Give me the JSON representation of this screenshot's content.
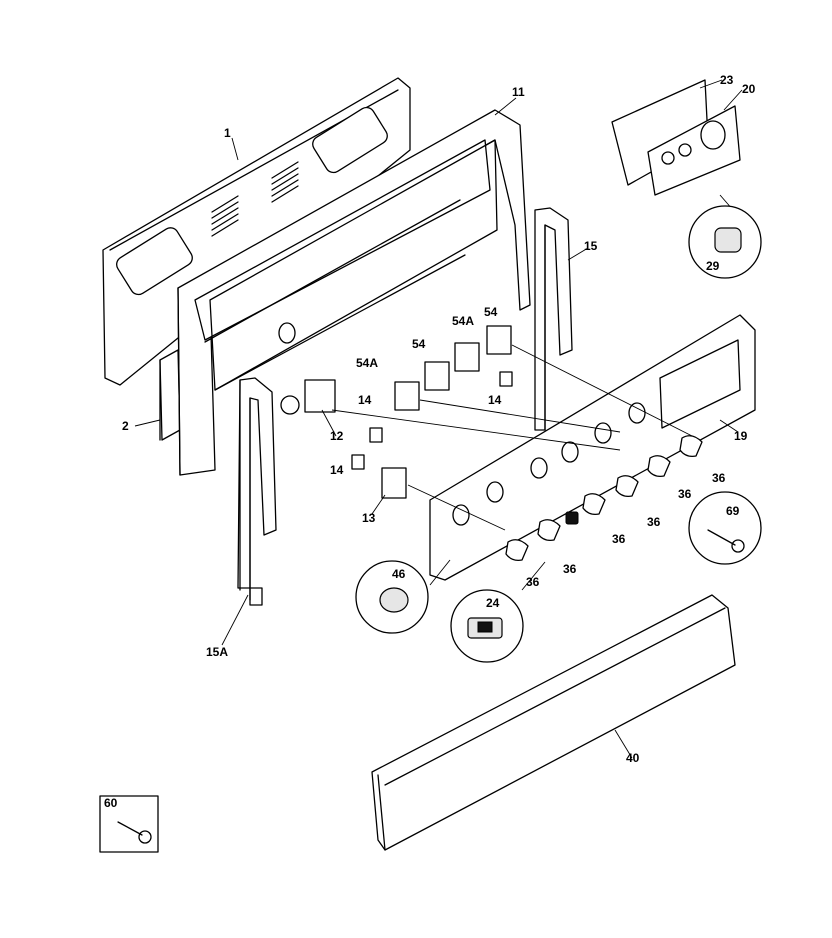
{
  "labels": {
    "p1": "1",
    "p2": "2",
    "p11": "11",
    "p12": "12",
    "p13": "13",
    "p14a": "14",
    "p14b": "14",
    "p14c": "14",
    "p15": "15",
    "p15a": "15A",
    "p19": "19",
    "p20": "20",
    "p23": "23",
    "p24": "24",
    "p29": "29",
    "p36a": "36",
    "p36b": "36",
    "p36c": "36",
    "p36d": "36",
    "p36e": "36",
    "p36f": "36",
    "p40": "40",
    "p46": "46",
    "p54a": "54",
    "p54b": "54",
    "p54c": "54A",
    "p54d": "54A",
    "p60": "60",
    "p69": "69"
  }
}
